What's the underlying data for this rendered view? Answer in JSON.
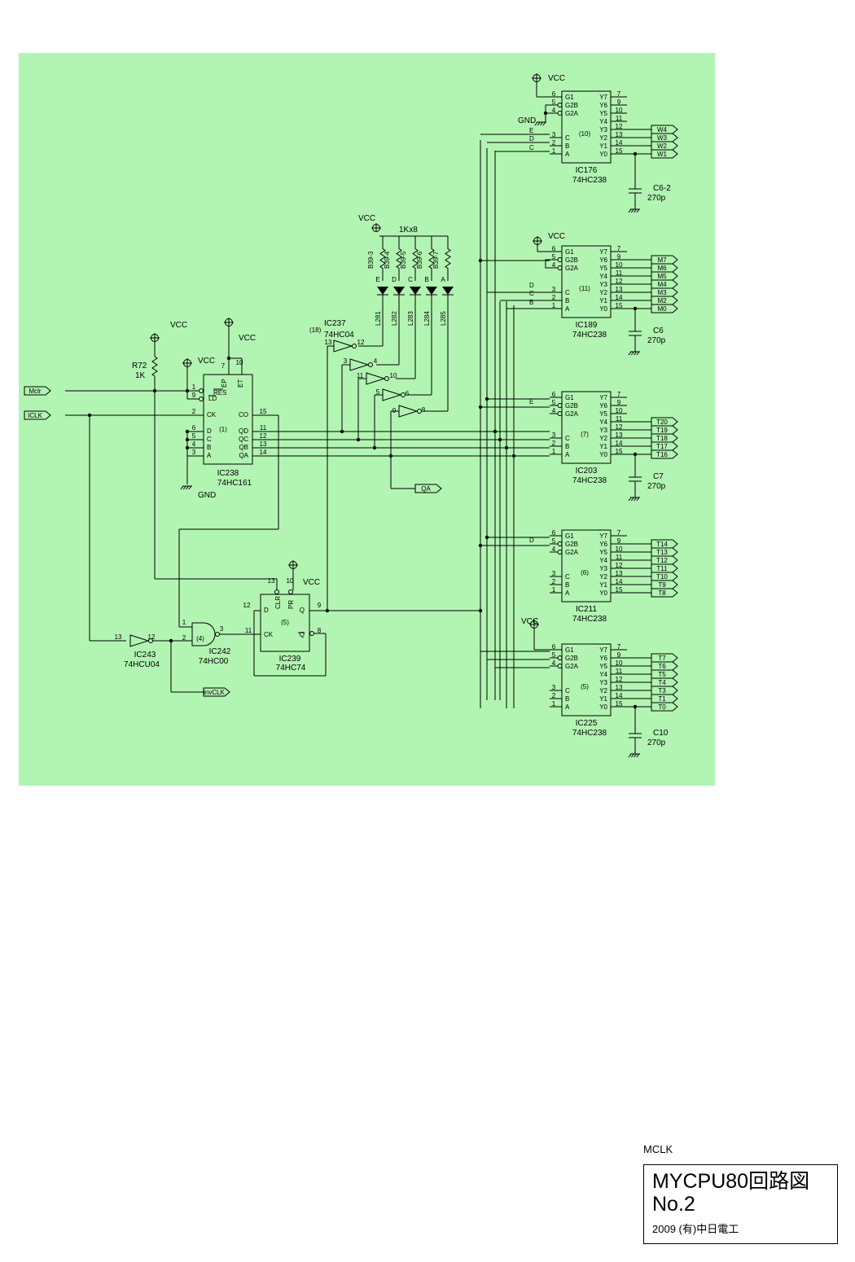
{
  "diagram": {
    "colors": {
      "background": "#b2f5b2",
      "wire": "#000000",
      "page": "#ffffff"
    },
    "common": {
      "vcc": "VCC",
      "gnd": "GND",
      "decoder_type": "74HC238"
    },
    "counter": {
      "ref": "IC238",
      "type": "74HC161",
      "index": "(1)",
      "pins": {
        "res": "RES",
        "ld": "LD",
        "ck": "CK",
        "d": "D",
        "c": "C",
        "b": "B",
        "a": "A",
        "ep": "EP",
        "et": "ET",
        "co": "CO",
        "qd": "QD",
        "qc": "QC",
        "qb": "QB",
        "qa": "QA"
      },
      "pin_numbers": {
        "res": "1",
        "ld": "9",
        "ck": "2",
        "d": "6",
        "c": "5",
        "b": "4",
        "a": "3",
        "ep": "7",
        "et": "10",
        "co": "15",
        "qd": "11",
        "qc": "12",
        "qb": "13",
        "qa": "14"
      }
    },
    "resistor_r72": {
      "ref": "R72",
      "value": "1K"
    },
    "signals": {
      "mclr": "Mclr",
      "iclk": "ICLK",
      "qa": "QA",
      "invclk": "invCLK"
    },
    "led_array": {
      "resistor_value": "1Kx8",
      "resistors": [
        "B39-3",
        "B39-4",
        "B39-5",
        "B39-6",
        "B39-7"
      ],
      "letters": [
        "E",
        "D",
        "C",
        "B",
        "A"
      ],
      "leds": [
        "L281",
        "L282",
        "L283",
        "L284",
        "L285"
      ]
    },
    "inverter_ic237": {
      "ref": "IC237",
      "type": "74HC04",
      "index": "(18)",
      "pins": [
        "13",
        "12",
        "3",
        "4",
        "11",
        "10",
        "5",
        "6",
        "9",
        "8"
      ]
    },
    "nand_ic242": {
      "ref": "IC242",
      "type": "74HC00",
      "index": "(4)",
      "pins": [
        "1",
        "2",
        "3"
      ]
    },
    "inverter_ic243": {
      "ref": "IC243",
      "type": "74HCU04",
      "pins": [
        "13",
        "12"
      ]
    },
    "flipflop_ic239": {
      "ref": "IC239",
      "type": "74HC74",
      "index": "(5)",
      "pins": {
        "d": "D",
        "ck": "CK",
        "clr": "CLR",
        "pr": "PR",
        "q": "Q",
        "qn": "Q"
      },
      "pin_numbers": {
        "d": "12",
        "ck": "11",
        "clr": "13",
        "pr": "10",
        "q": "9",
        "qn": "8"
      }
    },
    "decoder_pins": {
      "left": [
        "G1",
        "G2B",
        "G2A",
        "C",
        "B",
        "A"
      ],
      "left_numbers": [
        "6",
        "5",
        "4",
        "3",
        "2",
        "1"
      ],
      "right": [
        "Y7",
        "Y6",
        "Y5",
        "Y4",
        "Y3",
        "Y2",
        "Y1",
        "Y0"
      ],
      "right_numbers": [
        "7",
        "9",
        "10",
        "11",
        "12",
        "13",
        "14",
        "15"
      ]
    },
    "decoders": [
      {
        "ref": "IC176",
        "index": "(10)",
        "input_letters": [
          "E",
          "D",
          "C"
        ],
        "outputs": [
          "W4",
          "W3",
          "W2",
          "W1"
        ],
        "cap": "C6-2",
        "cap_value": "270p"
      },
      {
        "ref": "IC189",
        "index": "(11)",
        "input_letters": [
          "D",
          "C",
          "B"
        ],
        "outputs": [
          "M7",
          "M6",
          "M5",
          "M4",
          "M3",
          "M2",
          "M0"
        ],
        "cap": "C6",
        "cap_value": "270p"
      },
      {
        "ref": "IC203",
        "index": "(7)",
        "input_letters": [
          "E"
        ],
        "outputs": [
          "T20",
          "T19",
          "T18",
          "T17",
          "T16"
        ],
        "cap": "C7",
        "cap_value": "270p"
      },
      {
        "ref": "IC211",
        "index": "(6)",
        "input_letters": [
          "D"
        ],
        "outputs": [
          "T14",
          "T13",
          "T12",
          "T11",
          "T10",
          "T9",
          "T8"
        ]
      },
      {
        "ref": "IC225",
        "index": "(5)",
        "input_letters": [],
        "outputs": [
          "T7",
          "T6",
          "T5",
          "T4",
          "T3",
          "T1",
          "T0"
        ],
        "cap": "C10",
        "cap_value": "270p"
      }
    ]
  },
  "caption": "MCLK",
  "title_block": {
    "line1": "MYCPU80回路図",
    "line2": "No.2",
    "line3": "2009 (有)中日電工"
  }
}
